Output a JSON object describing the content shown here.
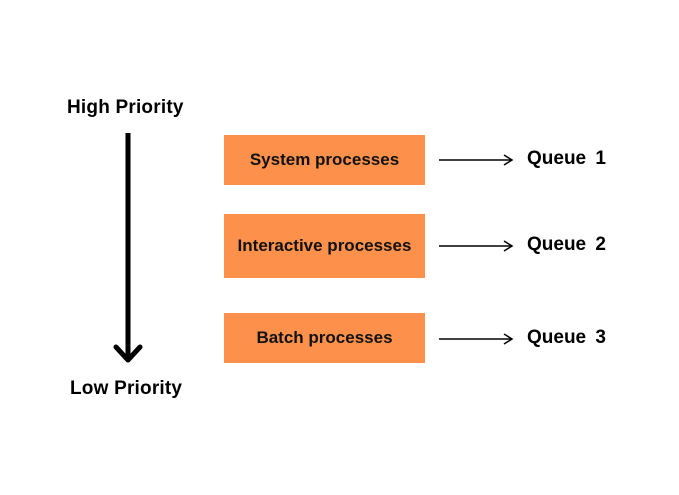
{
  "priority_axis": {
    "top_label": "High Priority",
    "bottom_label": "Low Priority"
  },
  "processes": [
    {
      "label": "System processes",
      "queue": "Queue 1"
    },
    {
      "label": "Interactive processes",
      "queue": "Queue 2"
    },
    {
      "label": "Batch processes",
      "queue": "Queue 3"
    }
  ],
  "colors": {
    "box_fill": "#fd914b",
    "arrow": "#000000",
    "background": "#ffffff"
  }
}
